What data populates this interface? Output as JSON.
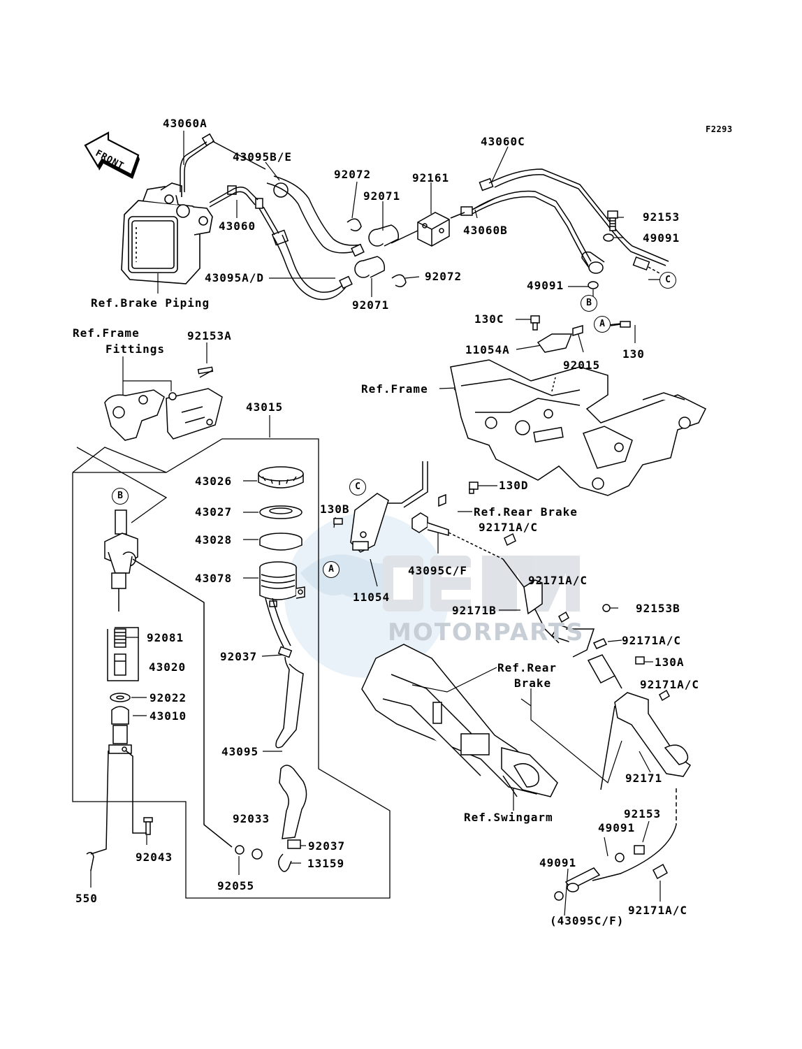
{
  "figure_code": "F2293",
  "front_label": "FRONT",
  "watermark": {
    "logo": "OEM",
    "sub": "MOTORPARTS"
  },
  "callout_letters": {
    "a": "A",
    "b": "B",
    "c": "C"
  },
  "labels": {
    "p43060A": "43060A",
    "p43095BE": "43095B/E",
    "p92072_top": "92072",
    "p92161": "92161",
    "p43060C": "43060C",
    "p92071_top": "92071",
    "p92153_top": "92153",
    "p43060": "43060",
    "p43060B": "43060B",
    "p49091_top": "49091",
    "p43095AD": "43095A/D",
    "p92072_bot": "92072",
    "p49091_mid": "49091",
    "ref_brake_piping": "Ref.Brake Piping",
    "p92071_bot": "92071",
    "p130C": "130C",
    "ref_frame_fittings_1": "Ref.Frame",
    "ref_frame_fittings_2": "Fittings",
    "p92153A": "92153A",
    "p11054A": "11054A",
    "p92015": "92015",
    "p130": "130",
    "ref_frame": "Ref.Frame",
    "p43015": "43015",
    "p43026": "43026",
    "p130D": "130D",
    "p43027": "43027",
    "p130B": "130B",
    "ref_rear_brake_top": "Ref.Rear Brake",
    "p92171AC_1": "92171A/C",
    "p43028": "43028",
    "p43078": "43078",
    "p43095CF": "43095C/F",
    "p92171AC_2": "92171A/C",
    "p11054": "11054",
    "p92171B": "92171B",
    "p92153B": "92153B",
    "p92081": "92081",
    "p92171AC_3": "92171A/C",
    "p92037_top": "92037",
    "p130A": "130A",
    "p43020": "43020",
    "ref_rear_brake_1": "Ref.Rear",
    "ref_rear_brake_2": "Brake",
    "p92171AC_4": "92171A/C",
    "p92022": "92022",
    "p43010": "43010",
    "p43095": "43095",
    "p92171": "92171",
    "ref_swingarm": "Ref.Swingarm",
    "p92033": "92033",
    "p92153_bot": "92153",
    "p92037_bot": "92037",
    "p49091_bot1": "49091",
    "p92043": "92043",
    "p13159": "13159",
    "p49091_bot2": "49091",
    "p92055": "92055",
    "p92171AC_5": "92171A/C",
    "p550": "550",
    "p43095CF_paren": "(43095C/F)"
  }
}
